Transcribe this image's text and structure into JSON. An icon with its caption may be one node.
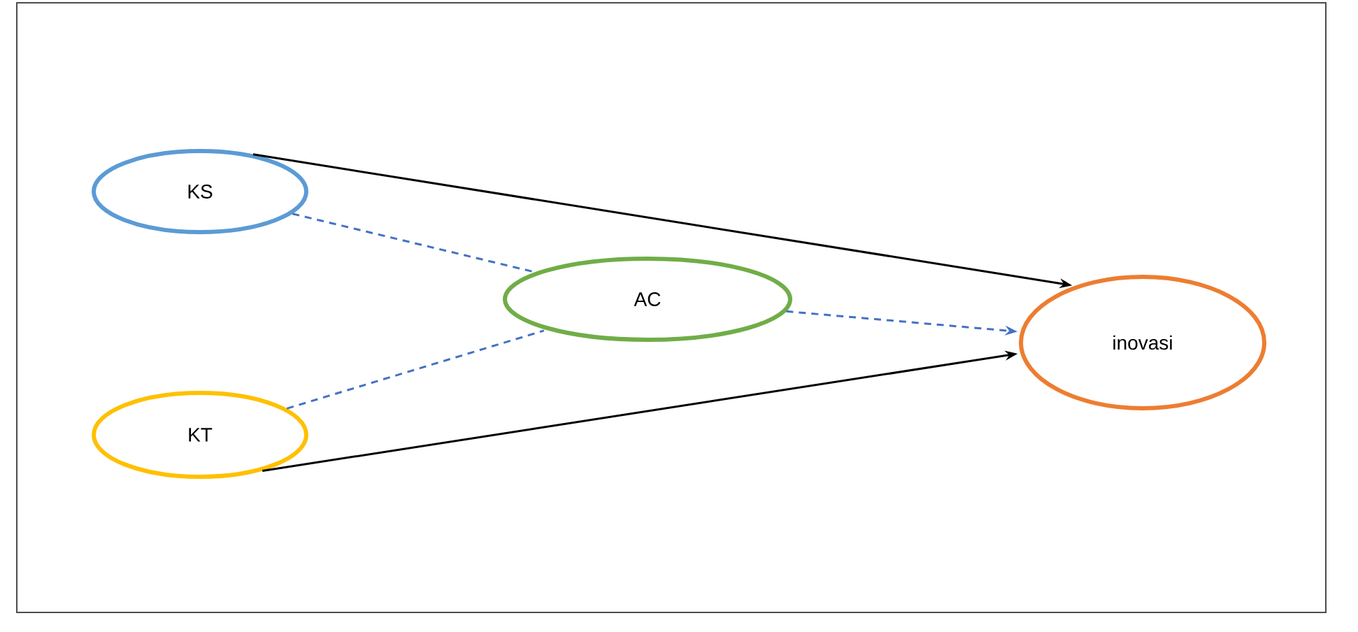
{
  "diagram": {
    "nodes": [
      {
        "text": [
          "KS"
        ]
      },
      {
        "text": [
          "KT"
        ]
      },
      {
        "text": [
          "AC"
        ]
      },
      {
        "text": [
          "inovasi"
        ]
      }
    ],
    "edges": [
      {
        "from": 0,
        "to": 3,
        "arrow": "to",
        "color": "#000000"
      },
      {
        "from": 1,
        "to": 3,
        "arrow": "to",
        "color": "#000000"
      },
      {
        "from": 0,
        "to": 2,
        "arrow": "none",
        "style": "dashed"
      },
      {
        "from": 1,
        "to": 2,
        "arrow": "none",
        "style": "dashed"
      },
      {
        "from": 2,
        "to": 3,
        "arrow": "to",
        "style": "dashed"
      }
    ]
  }
}
